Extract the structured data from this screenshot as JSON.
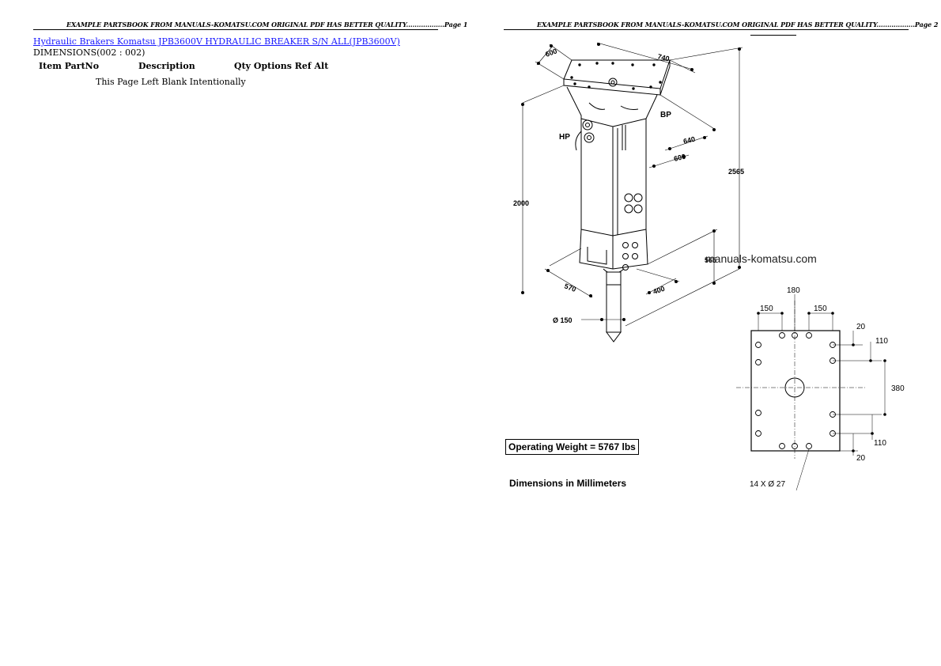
{
  "header_text": "EXAMPLE PARTSBOOK FROM MANUALS-KOMATSU.COM ORIGINAL PDF HAS BETTER QUALITY..................",
  "page_left": {
    "page_label": "Page 1",
    "title_link": "Hydraulic Brakers Komatsu  JPB3600V HYDRAULIC BREAKER S/N ALL(JPB3600V)",
    "subtitle": "DIMENSIONS(002 : 002)",
    "columns": [
      "Item PartNo",
      "Description",
      "Qty Options Ref Alt"
    ],
    "blank_note": "This Page Left Blank Intentionally"
  },
  "page_right": {
    "page_label": "Page 2",
    "watermark": "manuals-komatsu.com",
    "operating_weight": "Operating Weight  =  5767 lbs",
    "dimensions_label": "Dimensions in Millimeters",
    "plate_note": "14 X Ø 27",
    "drawing_labels": {
      "d600_top": "600",
      "d740": "740",
      "bp": "BP",
      "hp": "HP",
      "d640": "640",
      "d600_side": "600",
      "d2565": "2565",
      "d2000": "2000",
      "d565": "565",
      "d570": "570",
      "d400": "400",
      "dia150": "Ø 150"
    },
    "plate_labels": {
      "d180": "180",
      "d150_left": "150",
      "d150_right": "150",
      "d20_top": "20",
      "d110_top": "110",
      "d380": "380",
      "d110_bottom": "110",
      "d20_bottom": "20"
    }
  }
}
